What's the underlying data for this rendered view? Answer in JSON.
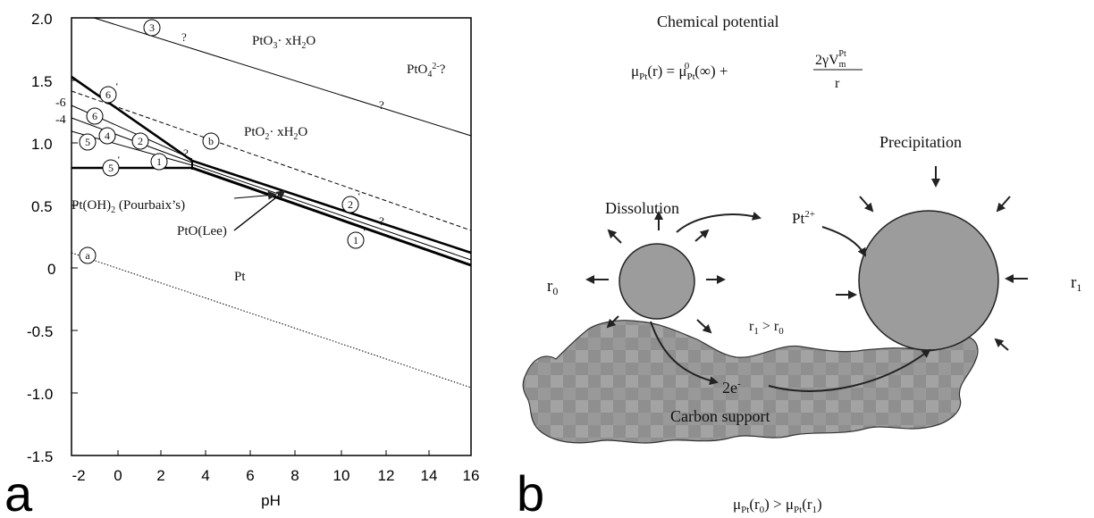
{
  "panel_a": {
    "letter": "a",
    "xlabel": "pH",
    "x_ticks": [
      "-2",
      "0",
      "2",
      "4",
      "6",
      "8",
      "10",
      "12",
      "14",
      "16"
    ],
    "y_ticks": [
      "2.0",
      "1.5",
      "1.0",
      "0.5",
      "0",
      "-0.5",
      "-1.0",
      "-1.5"
    ],
    "labels": {
      "pto3": "PtO",
      "pto3_sub": "3",
      "pto3_rest": "· xH",
      "pto3_sub2": "2",
      "pto3_end": "O",
      "pto4": "PtO",
      "pto4_sub": "4",
      "pto4_sup": "2-",
      "pto4_end": "?",
      "pto2": "PtO",
      "pto2_sub": "2",
      "pto2_rest": "· xH",
      "pto2_sub2": "2",
      "pto2_end": "O",
      "ptoh": "Pt(OH)",
      "ptoh_sub": "2",
      "ptoh_rest": "  (Pourbaix’s)",
      "pto_lee": "PtO(Lee)",
      "pt": "Pt",
      "q": "?",
      "m6": "-6",
      "m4": "-4"
    },
    "circles": [
      "3",
      "6",
      "6",
      "5",
      "4",
      "2",
      "b",
      "5",
      "1",
      "2",
      "1",
      "a"
    ]
  },
  "panel_b": {
    "letter": "b",
    "title": "Chemical potential",
    "formula_lhs": "μ",
    "formula_lhs_sub": "Pt",
    "formula_lhs_arg": "(r) = μ",
    "formula_mu0_sub": "Pt",
    "formula_mu0_sup": "0",
    "formula_mid": "(∞) +",
    "formula_num": "2γV",
    "formula_num_sub": "m",
    "formula_num_sup": "Pt",
    "formula_den": "r",
    "dissolution": "Dissolution",
    "precipitation": "Precipitation",
    "pt2": "Pt",
    "pt2_sup": "2+",
    "r0": "r",
    "r0_sub": "0",
    "r1": "r",
    "r1_sub": "1",
    "r1_gt_r0": "r",
    "r1_gt_r0_sub1": "1",
    "r1_gt_r0_mid": " > r",
    "r1_gt_r0_sub2": "0",
    "electrons": "2e",
    "electrons_sup": "-",
    "support": "Carbon support",
    "bottom_a": "μ",
    "bottom_a_sub": "Pt",
    "bottom_a_arg": "(r",
    "bottom_a_argsub": "0",
    "bottom_mid": ") > μ",
    "bottom_b_sub": "Pt",
    "bottom_b_arg": "(r",
    "bottom_b_argsub": "1",
    "bottom_end": ")"
  }
}
